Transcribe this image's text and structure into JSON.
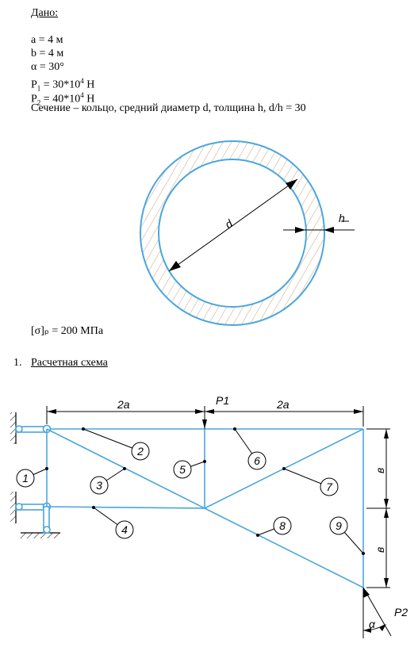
{
  "given": {
    "heading": "Дано:",
    "a": "a = 4 м",
    "b": "b = 4 м",
    "alpha": "α = 30°",
    "p1": {
      "prefix": "P",
      "sub": "1",
      "mid": " = 30*10",
      "sup": "4",
      "unit": " Н"
    },
    "p2": {
      "prefix": "P",
      "sub": "2",
      "mid": " = 40*10",
      "sup": "4",
      "unit": " Н"
    },
    "section": "Сечение – кольцо, средний диаметр d, толщина h, d/h = 30"
  },
  "ring": {
    "d_label": "d",
    "h_label": "h"
  },
  "allowable": "[σ]ₚ = 200 МПа",
  "step1": {
    "number": "1.",
    "title": "Расчетная схема"
  },
  "scheme": {
    "dim_2a_left": "2a",
    "dim_2a_right": "2a",
    "p1_label": "P1",
    "p2_label": "P2",
    "b_upper": "в",
    "b_lower": "в",
    "alpha_label": "α",
    "rods": [
      "1",
      "2",
      "3",
      "4",
      "5",
      "6",
      "7",
      "8",
      "9"
    ]
  },
  "colors": {
    "structure": "#4aa6dc",
    "hatch": "#c9a27a",
    "lines": "#000000"
  }
}
